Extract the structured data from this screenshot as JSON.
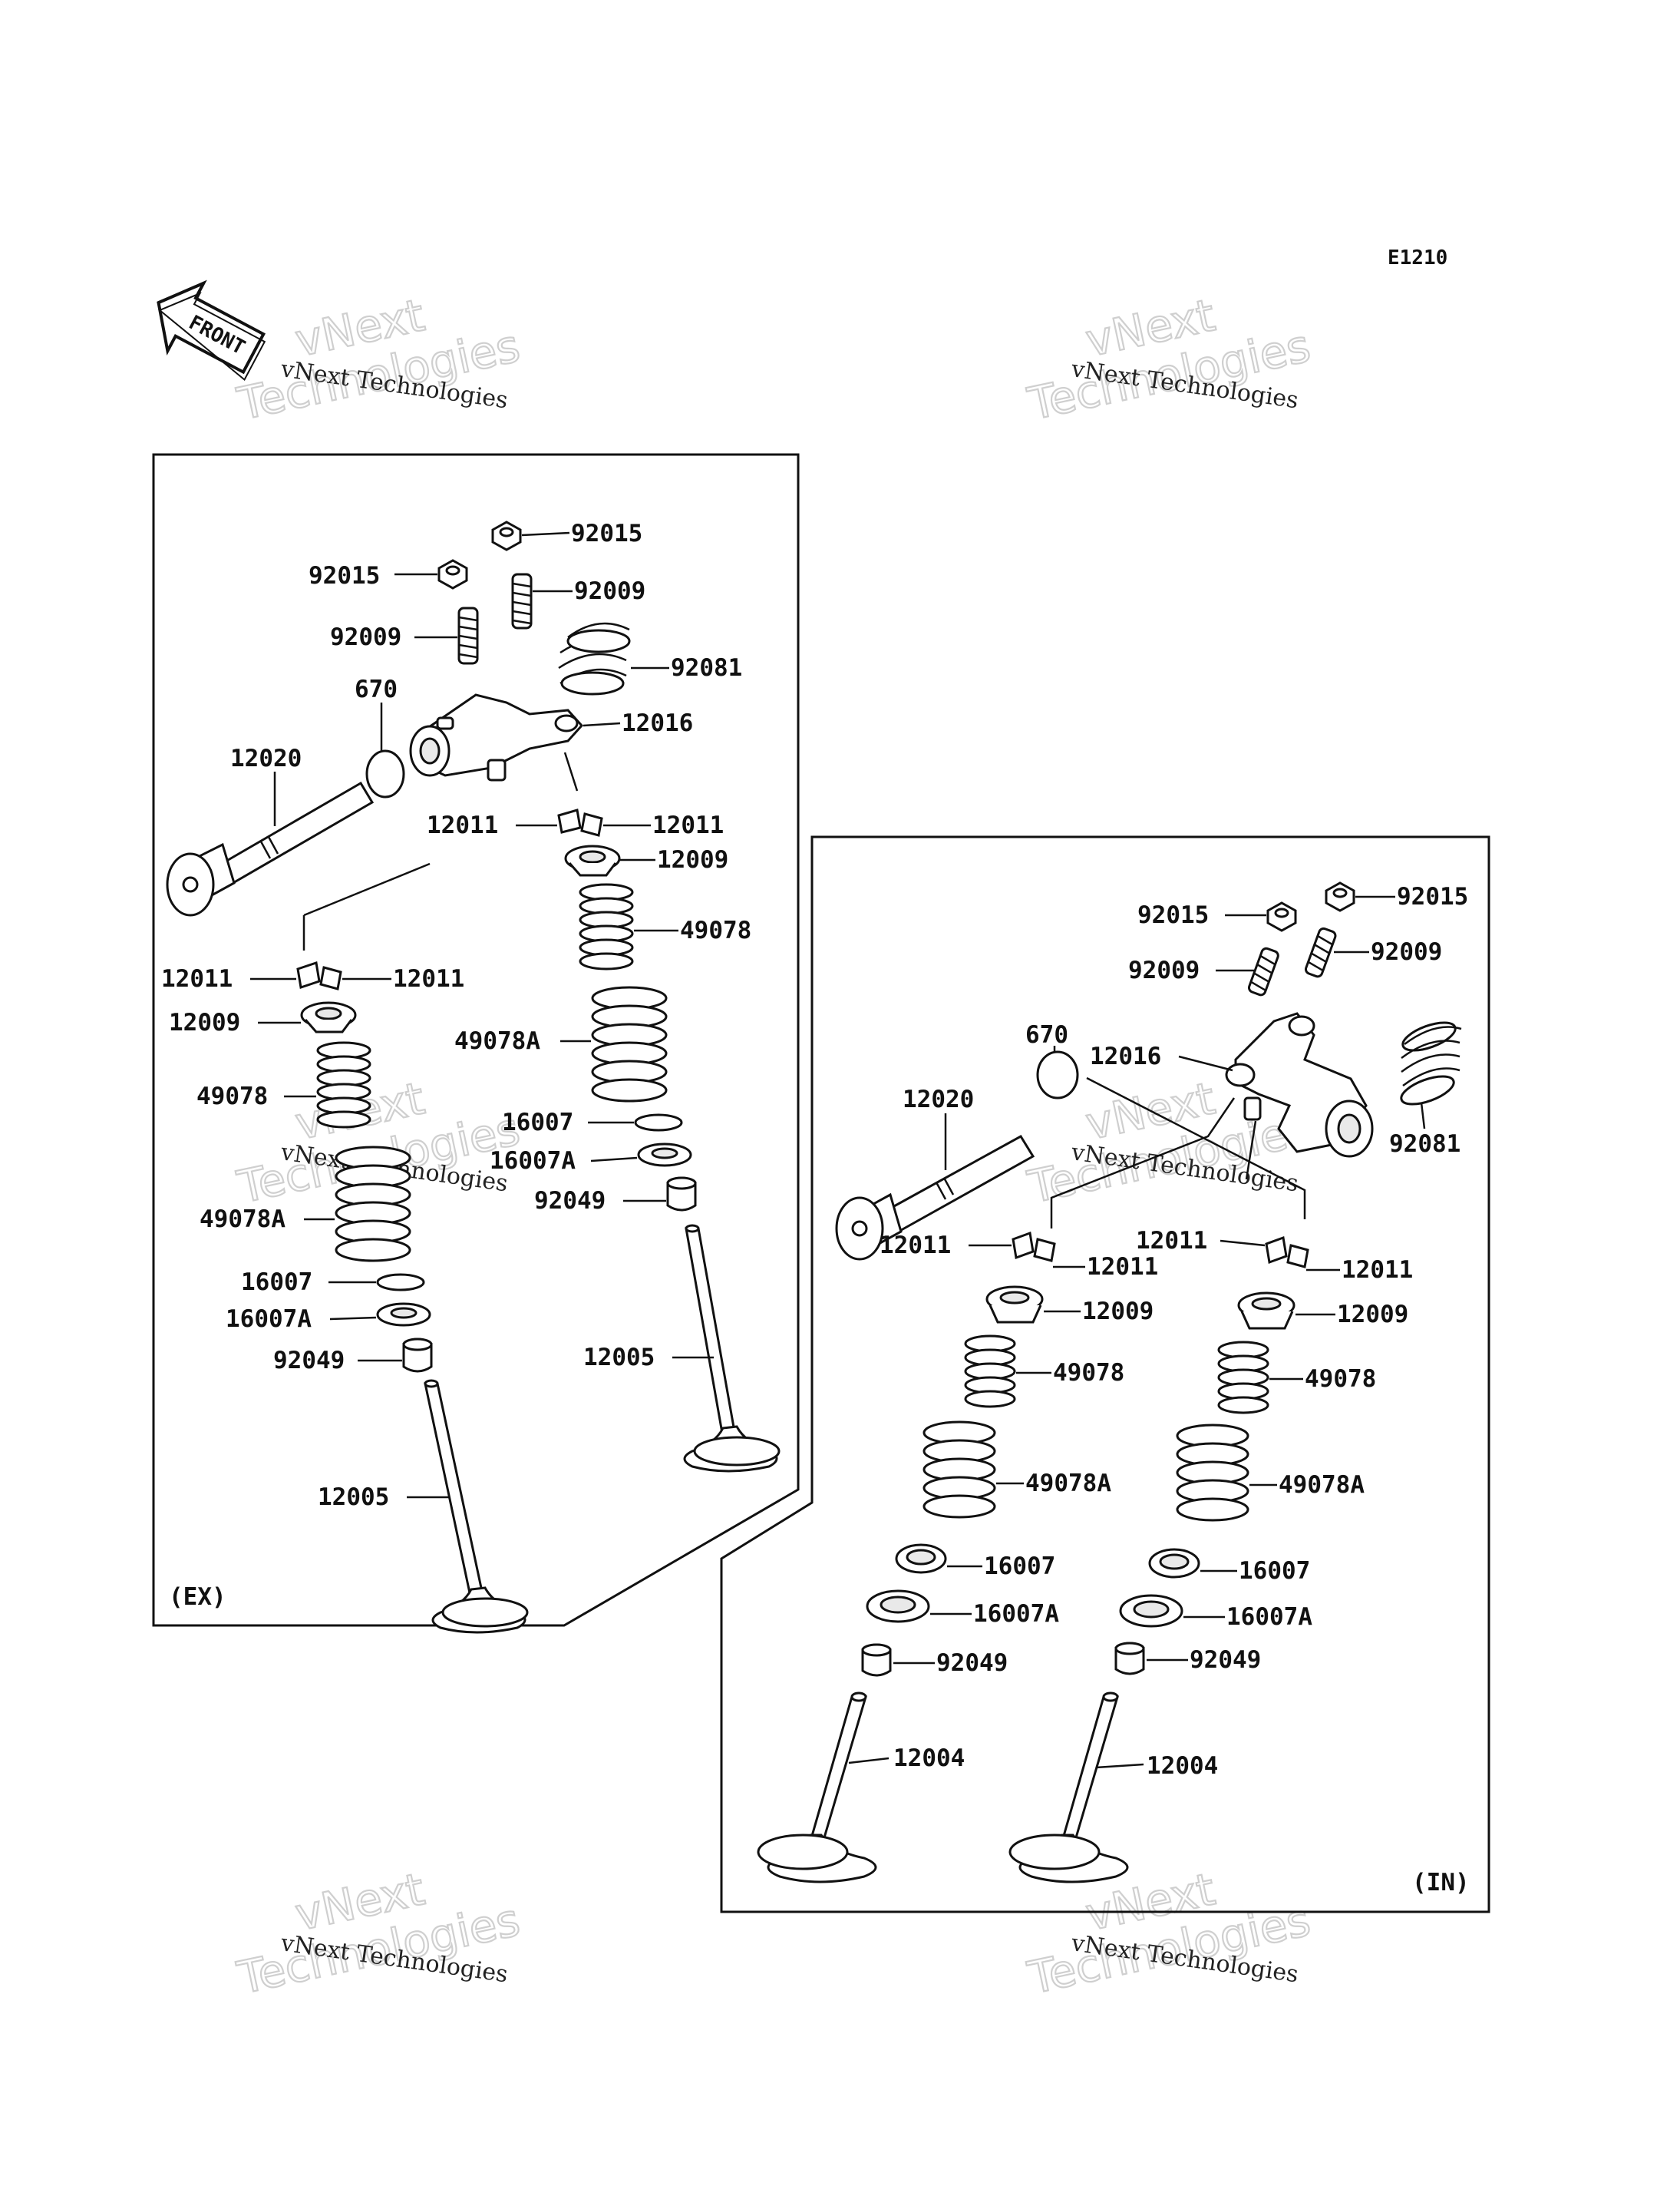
{
  "diagram_code": "E1210",
  "front_label": "FRONT",
  "watermark": {
    "line1": "vNext Technologies",
    "line2": "vNext Technologies"
  },
  "ex_section": {
    "label": "(EX)",
    "parts": {
      "nut_a": "92015",
      "nut_b": "92015",
      "screw_a": "92009",
      "screw_b": "92009",
      "spring_rocker": "92081",
      "o_ring": "670",
      "rocker_arm": "12016",
      "rocker_shaft": "12020",
      "cotter_r1": "12011",
      "cotter_r2": "12011",
      "retainer_r": "12009",
      "inner_spring_r": "49078",
      "outer_spring_r": "49078A",
      "seat_r": "16007",
      "seat_r_a": "16007A",
      "seal_r": "92049",
      "valve_r": "12005",
      "cotter_l1": "12011",
      "cotter_l2": "12011",
      "retainer_l": "12009",
      "inner_spring_l": "49078",
      "outer_spring_l": "49078A",
      "seat_l": "16007",
      "seat_l_a": "16007A",
      "seal_l": "92049",
      "valve_l": "12005"
    }
  },
  "in_section": {
    "label": "(IN)",
    "parts": {
      "nut_a": "92015",
      "nut_b": "92015",
      "screw_a": "92009",
      "screw_b": "92009",
      "o_ring": "670",
      "rocker_arm": "12016",
      "rocker_shaft": "12020",
      "spring_rocker": "92081",
      "cotter_l1": "12011",
      "cotter_l2": "12011",
      "cotter_r1": "12011",
      "cotter_r2": "12011",
      "retainer_l": "12009",
      "retainer_r": "12009",
      "inner_spring_l": "49078",
      "inner_spring_r": "49078",
      "outer_spring_l": "49078A",
      "outer_spring_r": "49078A",
      "seat_l": "16007",
      "seat_r": "16007",
      "seat_l_a": "16007A",
      "seat_r_a": "16007A",
      "seal_l": "92049",
      "seal_r": "92049",
      "valve_l": "12004",
      "valve_r": "12004"
    }
  }
}
